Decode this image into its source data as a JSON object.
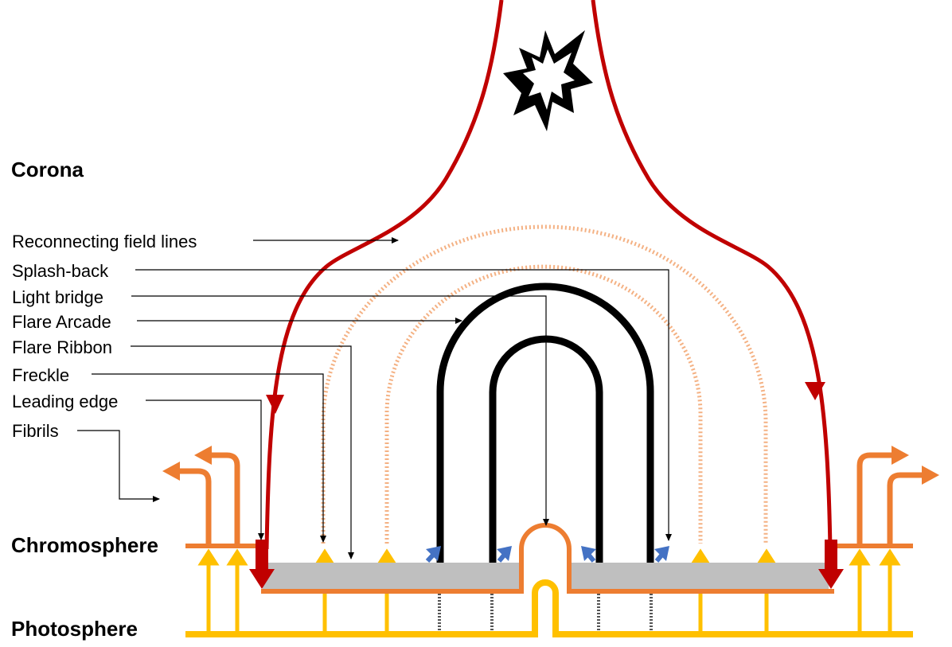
{
  "layers": {
    "corona": "Corona",
    "chromosphere": "Chromosphere",
    "photosphere": "Photosphere"
  },
  "annotations": {
    "reconnecting": "Reconnecting field lines",
    "splash_back": "Splash-back",
    "light_bridge": "Light bridge",
    "flare_arcade": "Flare Arcade",
    "flare_ribbon": "Flare Ribbon",
    "freckle": "Freckle",
    "leading_edge": "Leading edge",
    "fibrils": "Fibrils"
  },
  "colors": {
    "field_lines": "#c00000",
    "chromosphere": "#ed7d31",
    "photosphere": "#ffc000",
    "arcade": "#000000",
    "flow_arrows": "#4472c4",
    "ribbon": "#bfbfbf",
    "splash": "#f4b183"
  },
  "icons": {
    "reconnection_site": "starburst-icon"
  }
}
